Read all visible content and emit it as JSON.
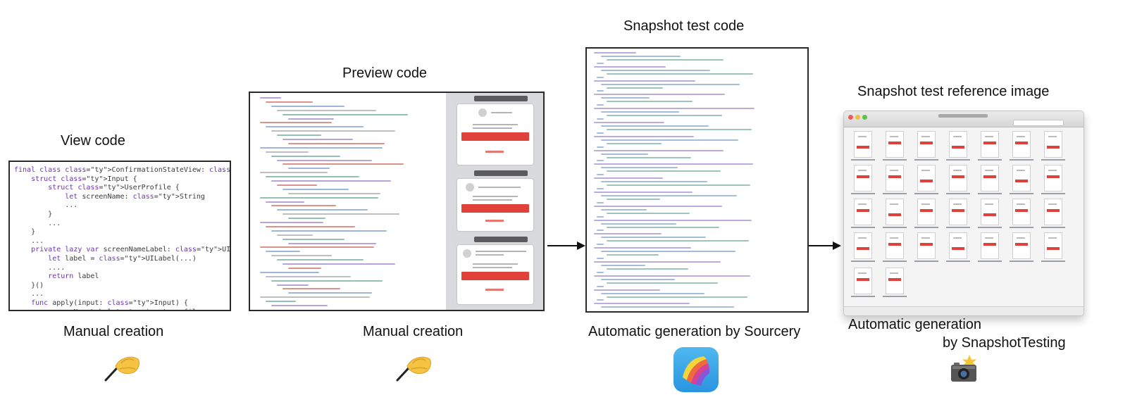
{
  "stages": [
    {
      "title": "View code",
      "caption": "Manual creation",
      "icon": "writing-hand-icon"
    },
    {
      "title": "Preview code",
      "caption": "Manual creation",
      "icon": "writing-hand-icon"
    },
    {
      "title": "Snapshot test code",
      "caption": "Automatic generation by Sourcery",
      "icon": "sourcery-app-icon"
    },
    {
      "title": "Snapshot test reference image",
      "caption_line1": "Automatic generation",
      "caption_line2": "by SnapshotTesting",
      "icon": "camera-with-flash-icon"
    }
  ],
  "view_code": [
    "final class ConfirmationStateView: UIView, .. {",
    "    struct Input {",
    "        struct UserProfile {",
    "            let screenName: String",
    "            ...",
    "        }",
    "        ...",
    "    }",
    "    ...",
    "    private lazy var screenNameLabel: UILabel = {",
    "        let label = UILabel(...)",
    "        ....",
    "        return label",
    "    }()",
    "    ...",
    "    func apply(input: Input) {",
    "        screenNameLabel.text = input.profile.screenName",
    "        ...",
    "    }"
  ],
  "colors": {
    "panel_border": "#2a2a2a",
    "keyword": "#6b35a8",
    "type": "#3266a8",
    "accent_red": "#e0413a",
    "arrow": "#111111"
  }
}
